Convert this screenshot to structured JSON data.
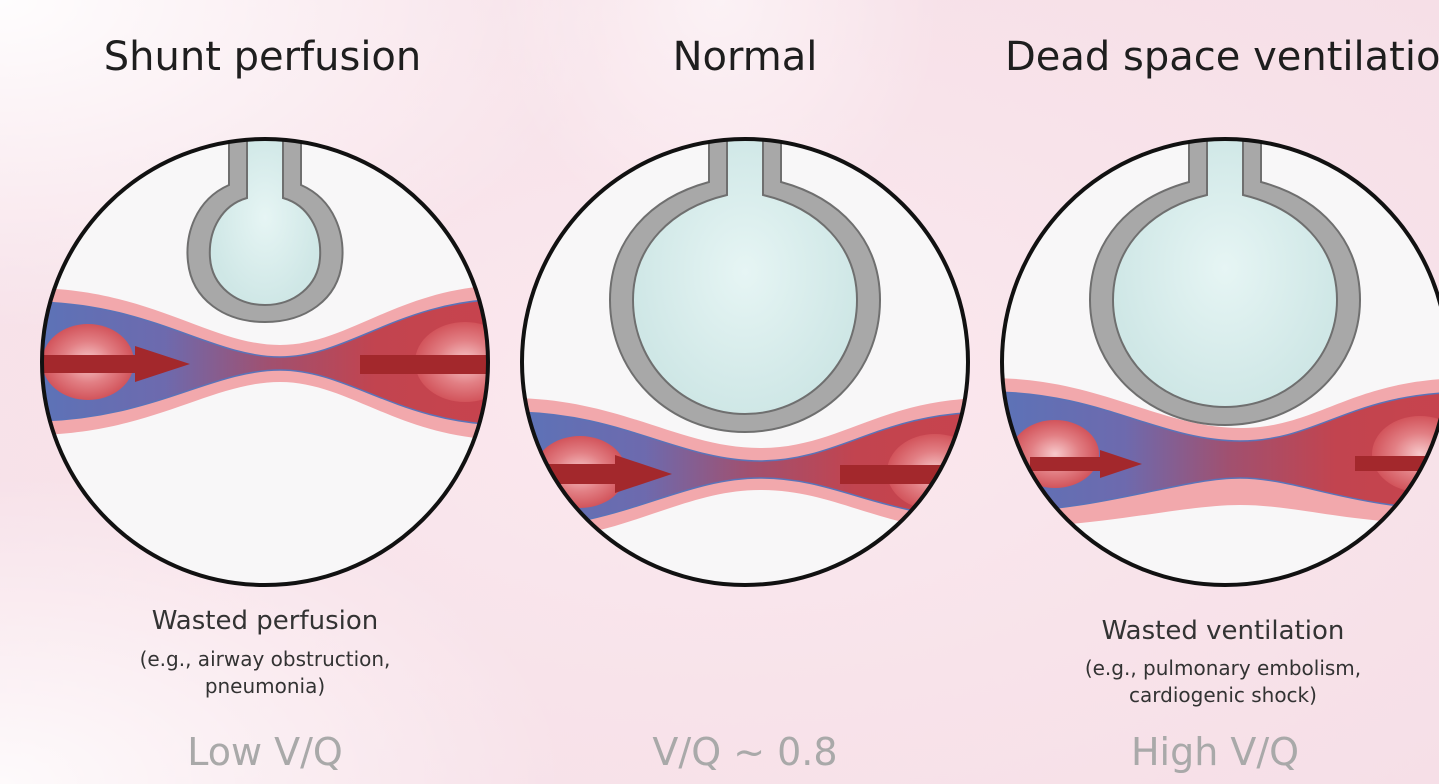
{
  "panels": [
    {
      "title": "Shunt perfusion",
      "caption": "Wasted perfusion",
      "caption_detail_1": "(e.g., airway obstruction,",
      "caption_detail_2": "pneumonia)",
      "ratio": "Low V/Q"
    },
    {
      "title": "Normal",
      "caption": "",
      "caption_detail_1": "",
      "caption_detail_2": "",
      "ratio": "V/Q ~ 0.8"
    },
    {
      "title": "Dead space ventilation",
      "caption": "Wasted ventilation",
      "caption_detail_1": "(e.g., pulmonary embolism,",
      "caption_detail_2": "cardiogenic shock)",
      "ratio": "High V/Q"
    }
  ],
  "colors": {
    "deoxygenated_blood": "#5b73b8",
    "oxygenated_blood": "#c8434d",
    "vessel_wall": "#f2a8ac",
    "alveolus_fill": "#d7ecec",
    "alveolus_wall": "#9c9c9c",
    "arrow": "#a3282c",
    "ratio_text": "#a9a9a9"
  }
}
